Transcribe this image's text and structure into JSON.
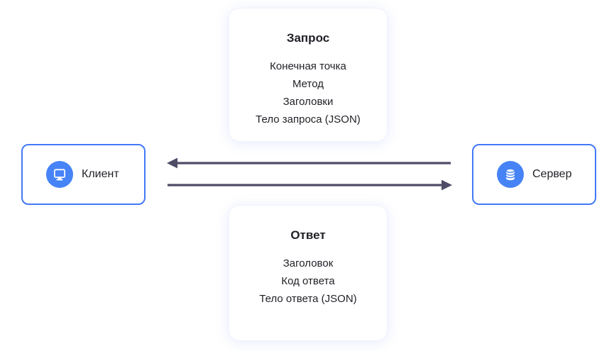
{
  "diagram": {
    "request_card": {
      "title": "Запрос",
      "items": [
        "Конечная точка",
        "Метод",
        "Заголовки",
        "Тело запроса (JSON)"
      ]
    },
    "response_card": {
      "title": "Ответ",
      "items": [
        "Заголовок",
        "Код ответа",
        "Тело ответа (JSON)"
      ]
    },
    "client_node": {
      "label": "Клиент",
      "icon": "monitor-icon"
    },
    "server_node": {
      "label": "Сервер",
      "icon": "database-icon"
    },
    "colors": {
      "node_border": "#4378f8",
      "icon_circle": "#4683f6",
      "arrow": "#4e4c67",
      "text": "#211f26",
      "card_glow": "rgba(105,135,245,0.18)"
    }
  }
}
